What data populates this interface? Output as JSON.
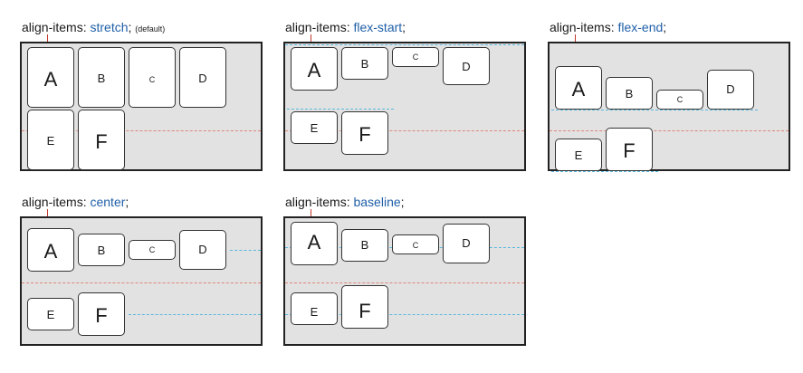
{
  "panels": [
    {
      "prefix": "align-items:",
      "value": "stretch",
      "suffix": ";",
      "note": "(default)"
    },
    {
      "prefix": "align-items:",
      "value": "flex-start",
      "suffix": ";",
      "note": ""
    },
    {
      "prefix": "align-items:",
      "value": "flex-end",
      "suffix": ";",
      "note": ""
    },
    {
      "prefix": "align-items:",
      "value": "center",
      "suffix": ";",
      "note": ""
    },
    {
      "prefix": "align-items:",
      "value": "baseline",
      "suffix": ";",
      "note": ""
    }
  ],
  "items": [
    "A",
    "B",
    "C",
    "D",
    "E",
    "F"
  ],
  "colors": {
    "keyword": "#1f5fa8",
    "container": "#e2e2e3",
    "center_line": "#e08577",
    "guide_line": "#5bb8dd"
  }
}
